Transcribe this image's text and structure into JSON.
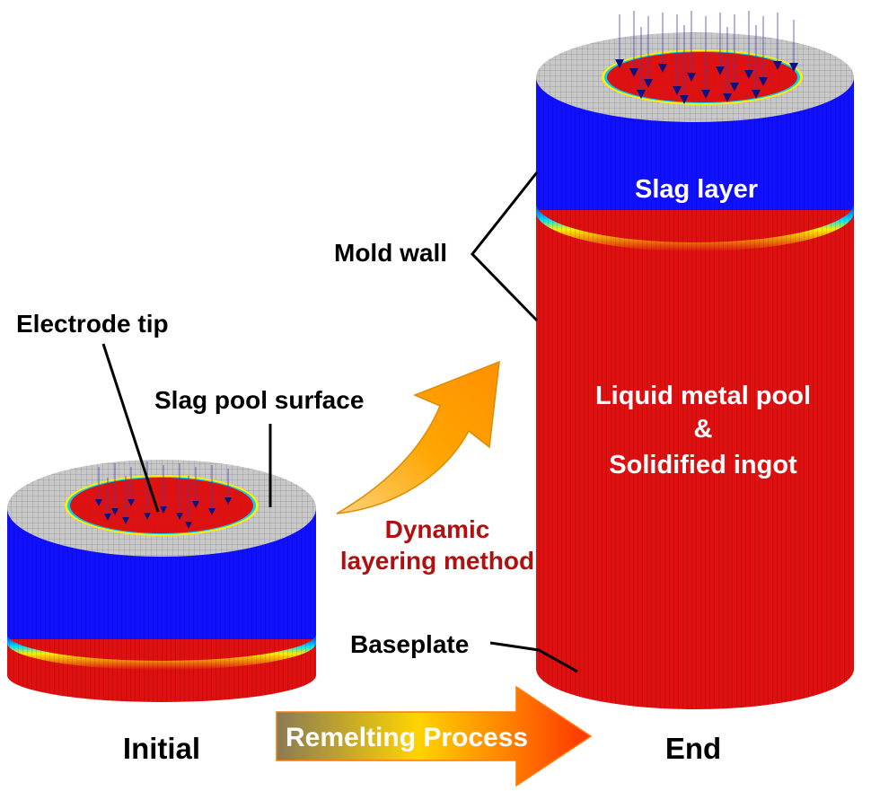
{
  "labels": {
    "electrode_tip": "Electrode tip",
    "slag_pool_surface": "Slag pool surface",
    "mold_wall": "Mold wall",
    "slag_layer": "Slag layer",
    "liquid_metal_pool": "Liquid metal pool",
    "ampersand": "&",
    "solidified_ingot": "Solidified ingot",
    "dynamic": "Dynamic",
    "layering_method": "layering method",
    "baseplate": "Baseplate",
    "initial": "Initial",
    "end": "End",
    "remelting_process": "Remelting Process"
  },
  "colors": {
    "slag_blue": "#1010ff",
    "metal_red": "#e01010",
    "mesh_top_gray": "#c8c8c8",
    "annotation_red": "#b01010",
    "curved_arrow_orange": "#ffa500",
    "process_arrow_start": "#8a7a55",
    "process_arrow_mid": "#ffd400",
    "process_arrow_end": "#ff3300"
  }
}
